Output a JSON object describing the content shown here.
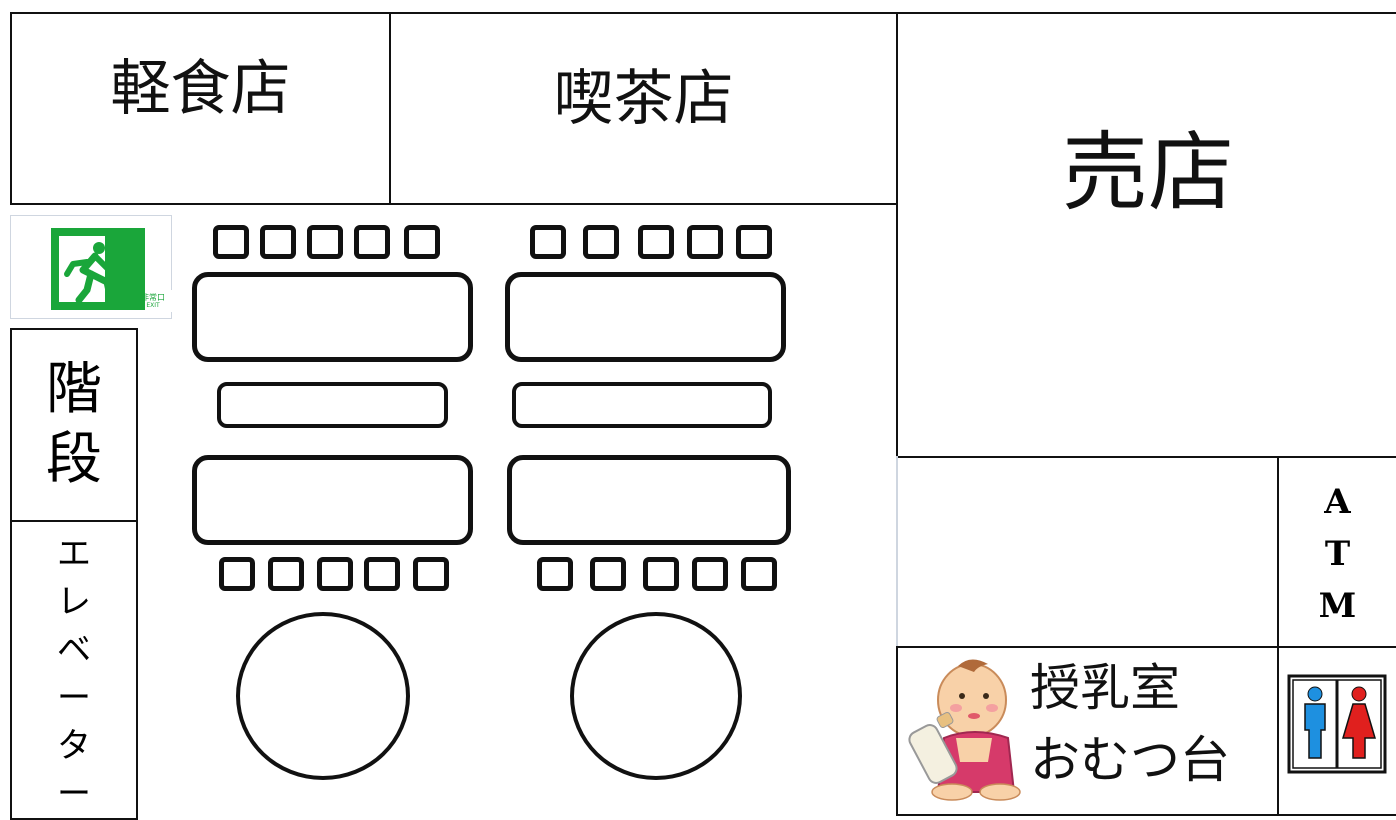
{
  "rooms": {
    "snack_shop": "軽食店",
    "cafe": "喫茶店",
    "shop": "売店",
    "stairs": [
      "階",
      "段"
    ],
    "elevator": [
      "エ",
      "レ",
      "ベ",
      "ー",
      "タ",
      "ー"
    ],
    "atm": [
      "A",
      "T",
      "M"
    ],
    "nursing_room": [
      "授乳室",
      "おむつ台"
    ]
  },
  "exit_sign": {
    "text_ja": "非常口",
    "text_en": "EXIT"
  },
  "colors": {
    "exit_green": "#1aa63a",
    "restroom_male": "#1e90e0",
    "restroom_female": "#e0201e",
    "line": "#111111"
  },
  "icons": {
    "exit": "emergency-exit-icon",
    "baby": "baby-bottle-icon",
    "restroom": "restroom-icon"
  }
}
